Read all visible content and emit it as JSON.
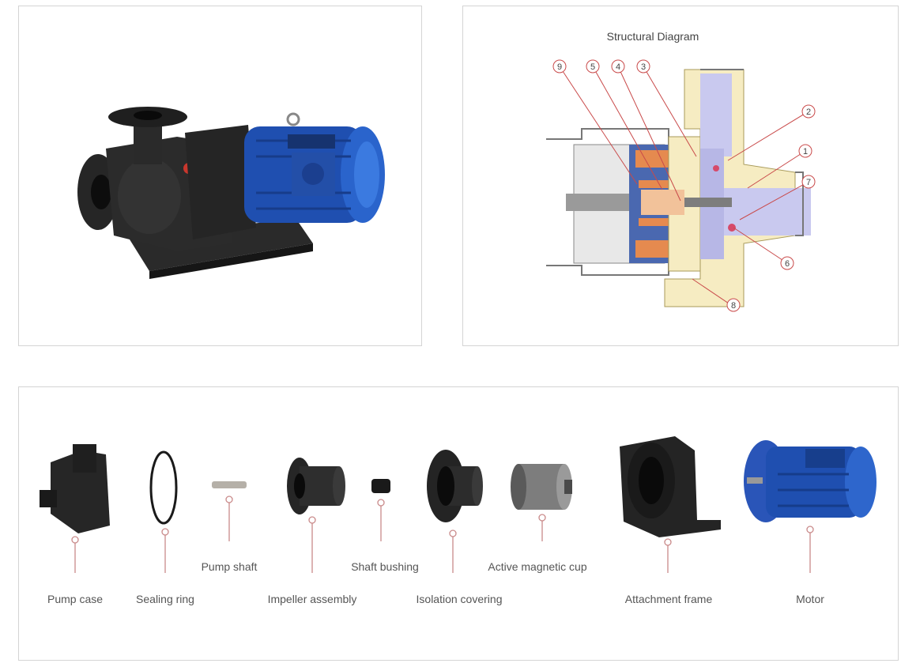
{
  "diagram": {
    "title": "Structural Diagram",
    "callouts": [
      "9",
      "5",
      "4",
      "3",
      "2",
      "1",
      "7",
      "6",
      "8"
    ]
  },
  "parts": [
    {
      "id": "pump-case",
      "label": "Pump case"
    },
    {
      "id": "sealing-ring",
      "label": "Sealing ring"
    },
    {
      "id": "pump-shaft",
      "label": "Pump shaft"
    },
    {
      "id": "impeller-assembly",
      "label": "Impeller assembly"
    },
    {
      "id": "shaft-bushing",
      "label": "Shaft bushing"
    },
    {
      "id": "isolation-covering",
      "label": "Isolation covering"
    },
    {
      "id": "active-magnetic-cup",
      "label": "Active magnetic cup"
    },
    {
      "id": "attachment-frame",
      "label": "Attachment frame"
    },
    {
      "id": "motor",
      "label": "Motor"
    }
  ],
  "colors": {
    "motor_blue": "#1f4fb0",
    "pump_black": "#222222",
    "fluid_blue": "#c9c9ef",
    "housing_cream": "#f6ecc2",
    "magnet_orange": "#e58a4f",
    "callout_red": "#c94a4a"
  }
}
